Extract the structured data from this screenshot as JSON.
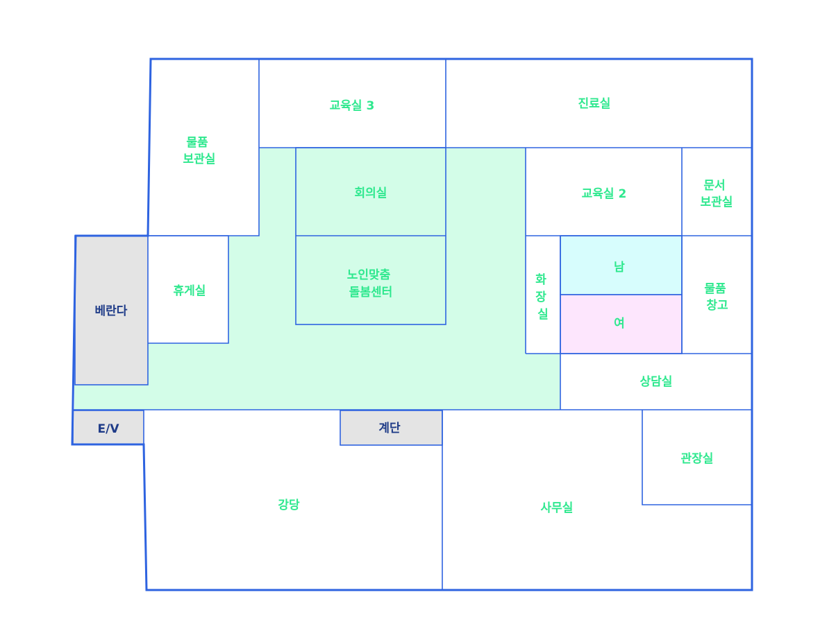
{
  "colors": {
    "wall": "#2e63e0",
    "corridor": "#d3fde8",
    "service_area": "#e4e4e4",
    "mens_restroom": "#d7fdfd",
    "womens_restroom": "#fde6fd",
    "label_green": "#2ee88e",
    "label_blue": "#1f3c88"
  },
  "rooms": {
    "storage_room": [
      "물품",
      "보관실"
    ],
    "classroom3": "교육실 3",
    "clinic": "진료실",
    "meeting_room": "회의실",
    "classroom2": "교육실 2",
    "document_storage": [
      "문서",
      "보관실"
    ],
    "veranda": "베란다",
    "lounge": "휴게실",
    "elderly_care_center": [
      "노인맞춤",
      "돌봄센터"
    ],
    "restroom": [
      "화",
      "장",
      "실"
    ],
    "men": "남",
    "women": "여",
    "supply_warehouse": [
      "물품",
      "창고"
    ],
    "counseling_room": "상담실",
    "elevator": "E/V",
    "stairs": "계단",
    "auditorium": "강당",
    "office": "사무실",
    "director_office": "관장실"
  }
}
